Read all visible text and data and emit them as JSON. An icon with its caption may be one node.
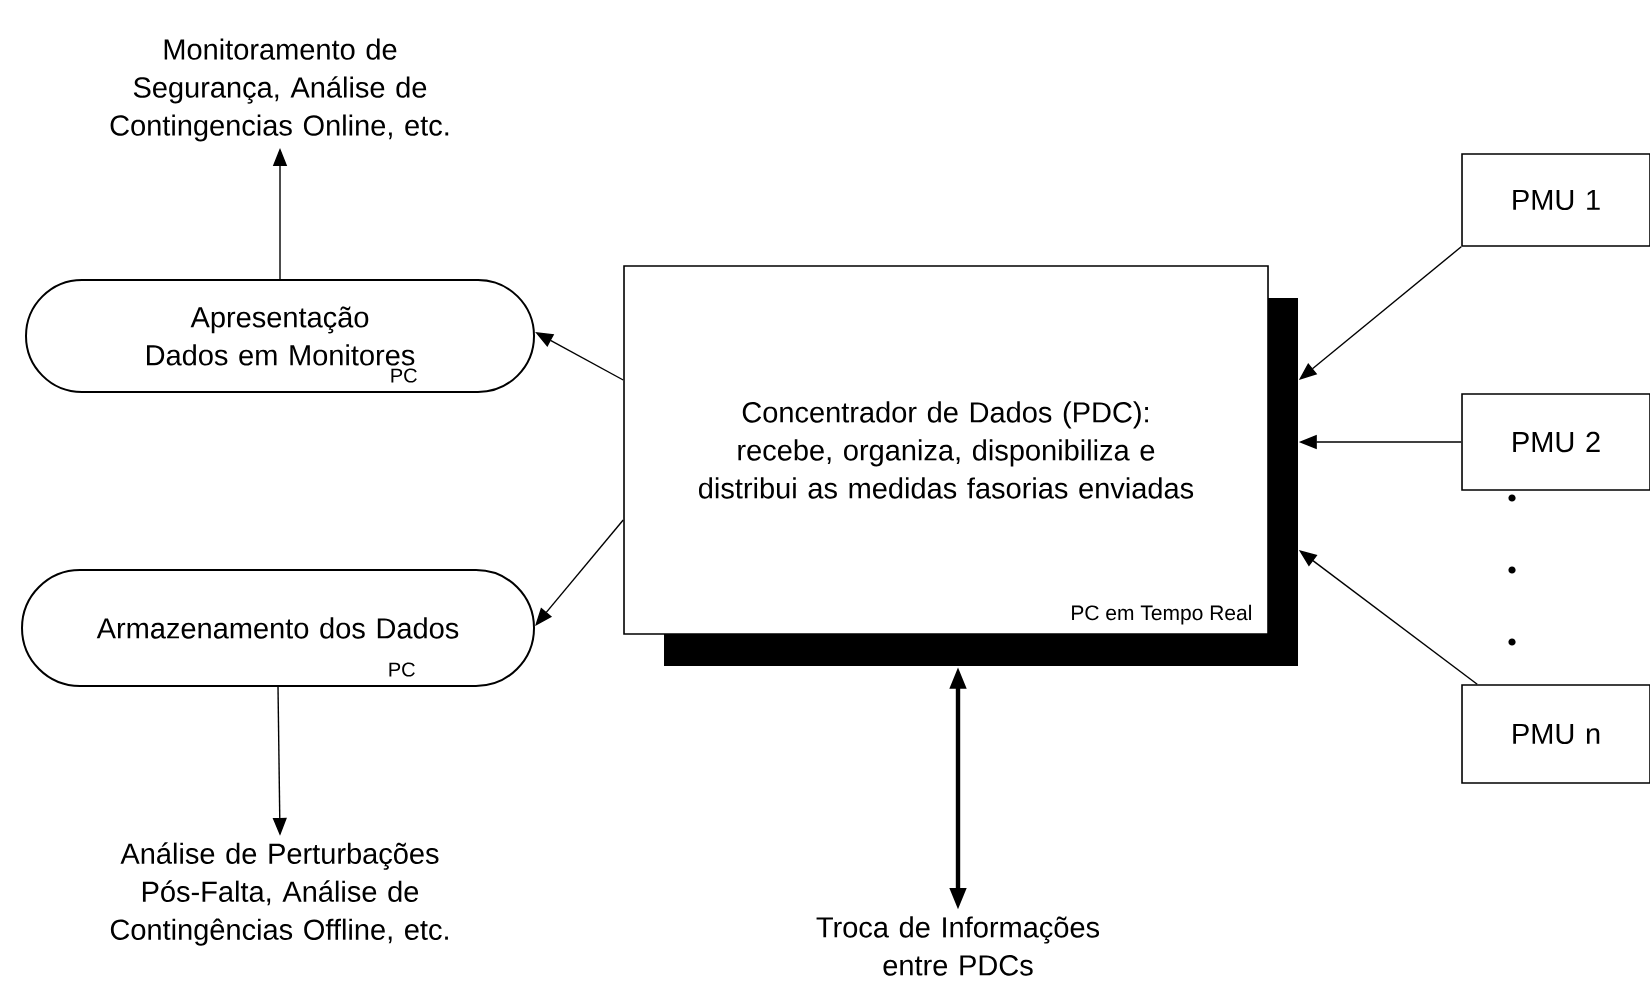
{
  "diagram": {
    "nodes": [
      {
        "text": [
          "Monitoramento de Segurança, Análise de Contingencias Online, etc."
        ]
      },
      {
        "text": [
          "Apresentação Dados em Monitores",
          "PC"
        ]
      },
      {
        "text": [
          "Concentrador de Dados (PDC): recebe, organiza, disponibiliza e distribui as medidas fasorias enviadas",
          "PC em Tempo Real"
        ]
      },
      {
        "text": [
          "Armazenamento dos Dados",
          "PC"
        ]
      },
      {
        "text": [
          "Análise de Perturbações Pós-Falta, Análise de Contingências Offline, etc."
        ]
      },
      {
        "text": [
          "Troca de Informações entre PDCs"
        ]
      },
      {
        "text": [
          "PMU 1"
        ]
      },
      {
        "text": [
          "PMU 2"
        ]
      },
      {
        "text": [
          "PMU n"
        ]
      }
    ],
    "edges": [
      {
        "from": 1,
        "to": 0,
        "arrow": "to"
      },
      {
        "from": 2,
        "to": 1,
        "arrow": "to"
      },
      {
        "from": 2,
        "to": 3,
        "arrow": "to"
      },
      {
        "from": 3,
        "to": 4,
        "arrow": "to"
      },
      {
        "from": 5,
        "to": 2,
        "arrow": "both",
        "style": "thick"
      },
      {
        "from": 6,
        "to": 2,
        "arrow": "to"
      },
      {
        "from": 7,
        "to": 2,
        "arrow": "to"
      },
      {
        "from": 8,
        "to": 2,
        "arrow": "to"
      }
    ]
  }
}
